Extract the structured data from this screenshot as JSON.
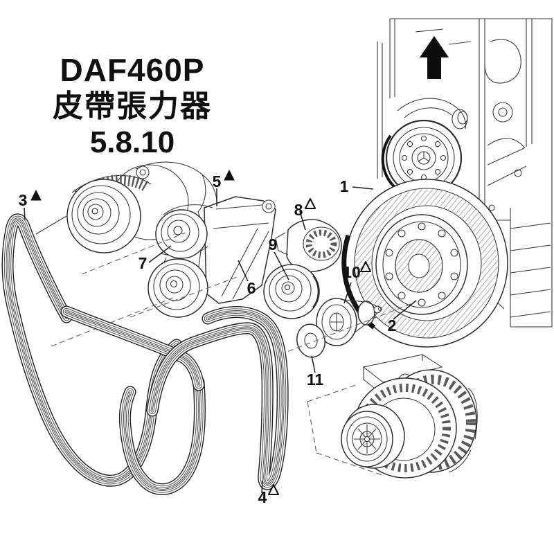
{
  "title": {
    "model": "DAF460P",
    "product_zh": "皮帶張力器",
    "code": "5.8.10"
  },
  "diagram": {
    "type": "exploded-parts-diagram",
    "background": "#ffffff",
    "line_color": "#1c1c1c",
    "shade_color": "#6a6a6a",
    "direction_arrow": "up",
    "part_labels": [
      {
        "number": "1",
        "marker": "none"
      },
      {
        "number": "2",
        "marker": "none"
      },
      {
        "number": "3",
        "marker": "filled-triangle"
      },
      {
        "number": "4",
        "marker": "open-triangle"
      },
      {
        "number": "5",
        "marker": "filled-triangle"
      },
      {
        "number": "6",
        "marker": "none"
      },
      {
        "number": "7",
        "marker": "none"
      },
      {
        "number": "8",
        "marker": "open-triangle"
      },
      {
        "number": "9",
        "marker": "none"
      },
      {
        "number": "10",
        "marker": "open-triangle"
      },
      {
        "number": "11",
        "marker": "none"
      }
    ],
    "components": [
      "engine-block",
      "fan-hub-pulley",
      "water-pump-pulley",
      "crankshaft-damper-pulley",
      "belt-tensioner-bracket",
      "tensioner-pulleys",
      "secondary-tensioner",
      "idler-pulley",
      "washer",
      "alternator",
      "serpentine-belt"
    ]
  }
}
